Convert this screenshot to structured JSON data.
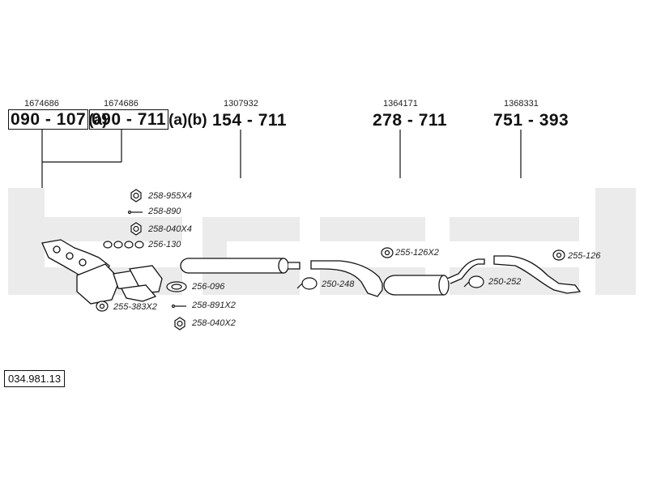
{
  "main_parts": [
    {
      "ref": "1674686",
      "number": "090 - 107",
      "suffix": "(a)",
      "boxed": true
    },
    {
      "ref": "1674686",
      "number": "090 - 711",
      "suffix": "(a)(b)",
      "boxed": true
    },
    {
      "ref": "1307932",
      "number": "154 - 711",
      "suffix": "",
      "boxed": false
    },
    {
      "ref": "1364171",
      "number": "278 - 711",
      "suffix": "",
      "boxed": false
    },
    {
      "ref": "1368331",
      "number": "751 - 393",
      "suffix": "",
      "boxed": false
    }
  ],
  "accessories": [
    {
      "code": "258-955X4",
      "icon": "nut-icon"
    },
    {
      "code": "258-890",
      "icon": "bolt-icon"
    },
    {
      "code": "258-040X4",
      "icon": "nut-icon"
    },
    {
      "code": "256-130",
      "icon": "gasket-icon"
    },
    {
      "code": "256-096",
      "icon": "ring-gasket-icon"
    },
    {
      "code": "255-383X2",
      "icon": "rubber-mount-icon"
    },
    {
      "code": "258-891X2",
      "icon": "bolt-icon"
    },
    {
      "code": "258-040X2",
      "icon": "nut-icon"
    },
    {
      "code": "250-248",
      "icon": "clamp-icon"
    },
    {
      "code": "255-126X2",
      "icon": "rubber-mount-icon"
    },
    {
      "code": "250-252",
      "icon": "clamp-icon"
    },
    {
      "code": "255-126",
      "icon": "rubber-mount-icon"
    }
  ],
  "diagram_number": "034.981.13",
  "colors": {
    "watermark": "#ebebeb",
    "line": "#111111",
    "part_fill": "#ffffff"
  }
}
